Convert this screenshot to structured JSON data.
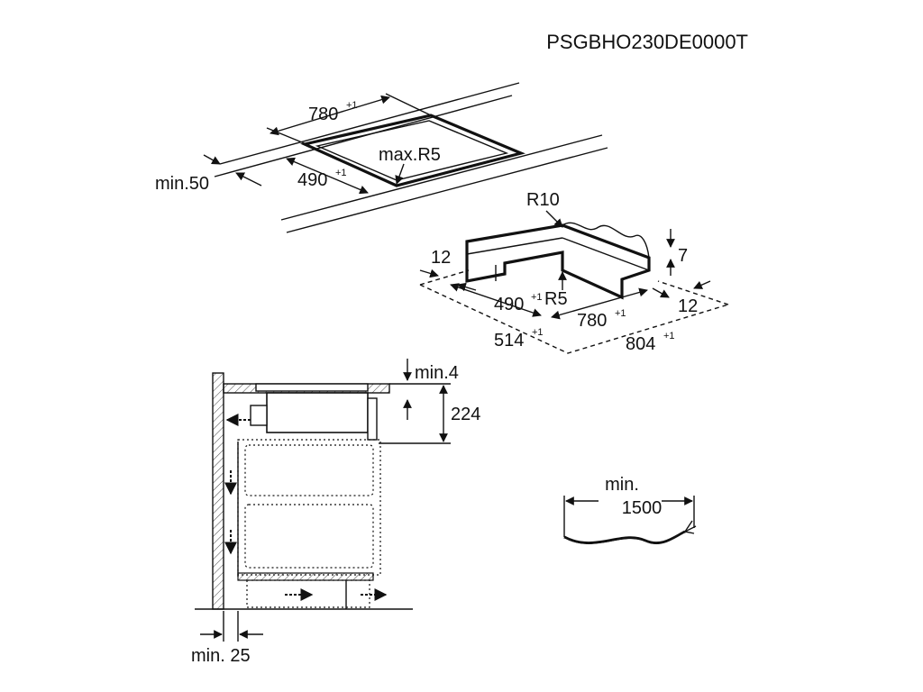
{
  "header": {
    "code": "PSGBHO230DE0000T"
  },
  "cutout": {
    "width_label": "780",
    "width_tol": "+1",
    "depth_label": "490",
    "depth_tol": "+1",
    "radius_label": "max.R5",
    "min_front_label": "min.50"
  },
  "frame": {
    "radius_outer": "R10",
    "radius_inner": "R5",
    "depth_7": "7",
    "border_left": "12",
    "border_right": "12",
    "inner_depth": "490",
    "inner_depth_tol": "+1",
    "inner_width": "780",
    "inner_width_tol": "+1",
    "outer_depth": "514",
    "outer_depth_tol": "+1",
    "outer_width": "804",
    "outer_width_tol": "+1"
  },
  "cabinet": {
    "gap_top_label": "min.4",
    "height_label": "224",
    "wall_gap_label": "min. 25"
  },
  "cable": {
    "line1": "min.",
    "line2": "1500"
  }
}
